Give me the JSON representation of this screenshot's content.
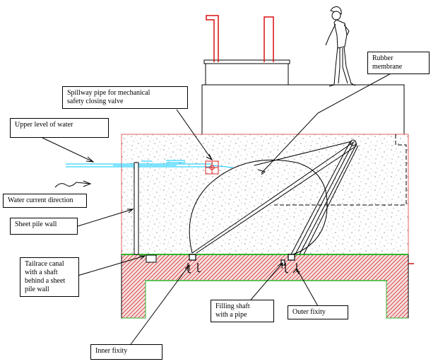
{
  "labels": {
    "rubber_membrane": "Rubber membrane",
    "spillway_line1": "Spillway pipe for mechanical",
    "spillway_line2": "safety closing valve",
    "upper_level": "Upper level of water",
    "water_current": "Water current direction",
    "sheet_pile": "Sheet pile wall",
    "tailrace_line1": "Tailrace canal",
    "tailrace_line2": "with a shaft",
    "tailrace_line3": "behind a sheet",
    "tailrace_line4": "pile wall",
    "filling_line1": "Filling shaft",
    "filling_line2": "with a pipe",
    "outer_fixity": "Outer fixity",
    "inner_fixity": "Inner fixity"
  },
  "colors": {
    "chimney": "#d81010",
    "foundation_hatch": "#c80000",
    "ground_line": "#2db82d",
    "water": "#00c8ff",
    "concrete_outline": "#e06060",
    "ink": "#000000"
  }
}
